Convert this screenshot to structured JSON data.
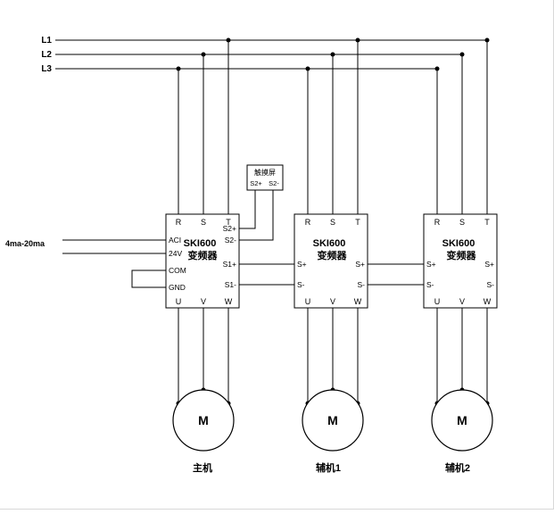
{
  "background": "#ffffff",
  "line_color": "#000000",
  "power_labels": [
    "L1",
    "L2",
    "L3"
  ],
  "analog_input": {
    "label": "4ma-20ma"
  },
  "touch_panel": {
    "title": "触摸屏",
    "terminals": [
      "S2+",
      "S2-"
    ]
  },
  "inverters": [
    {
      "model": "SKI600",
      "type_label": "变频器",
      "top": [
        "R",
        "S",
        "T"
      ],
      "bottom": [
        "U",
        "V",
        "W"
      ],
      "left": [
        "ACI",
        "24V",
        "COM",
        "GND"
      ],
      "right": [
        "S2+",
        "S2-",
        "S1+",
        "S1-"
      ],
      "caption": "主机"
    },
    {
      "model": "SKI600",
      "type_label": "变频器",
      "top": [
        "R",
        "S",
        "T"
      ],
      "bottom": [
        "U",
        "V",
        "W"
      ],
      "left": [
        "S+",
        "S-"
      ],
      "right": [
        "S+",
        "S-"
      ],
      "caption": "辅机1"
    },
    {
      "model": "SKI600",
      "type_label": "变频器",
      "top": [
        "R",
        "S",
        "T"
      ],
      "bottom": [
        "U",
        "V",
        "W"
      ],
      "left": [
        "S+",
        "S-"
      ],
      "right": [
        "S+",
        "S-"
      ],
      "caption": "辅机2"
    }
  ],
  "motors": [
    {
      "label": "M"
    },
    {
      "label": "M"
    },
    {
      "label": "M"
    }
  ]
}
